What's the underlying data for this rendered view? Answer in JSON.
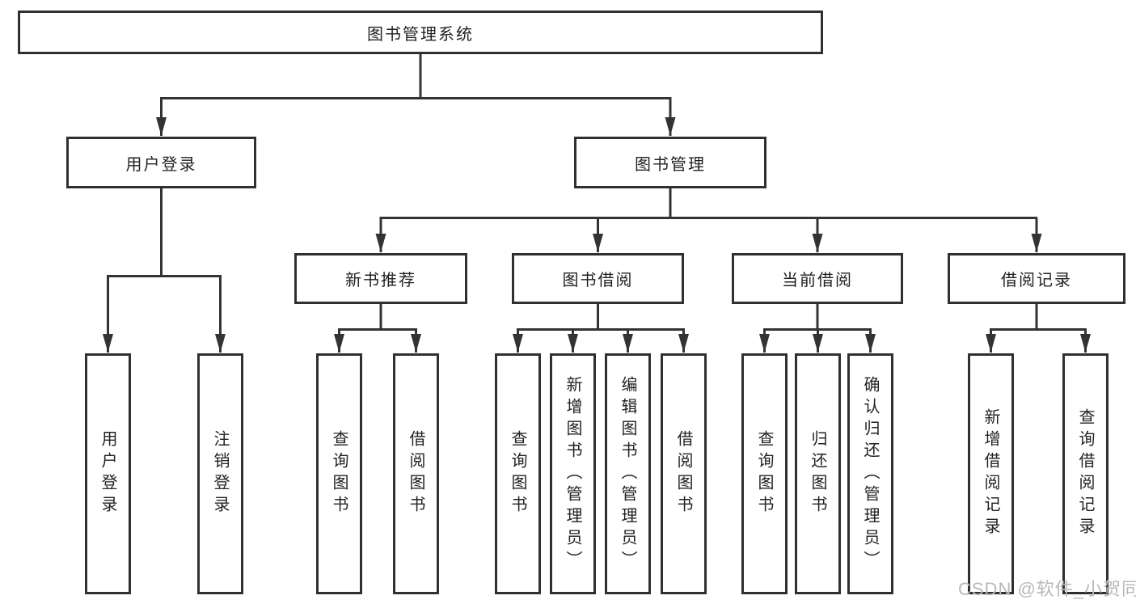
{
  "watermark": "CSDN @软件_小贺同学",
  "colors": {
    "line": "#333333",
    "border": "#303030",
    "text": "#222222",
    "watermark_text": "#b9b9b9",
    "background": "#ffffff"
  },
  "tree": {
    "label": "图书管理系统",
    "children": [
      {
        "label": "用户登录",
        "children": [
          {
            "label": "用户登录"
          },
          {
            "label": "注销登录"
          }
        ]
      },
      {
        "label": "图书管理",
        "children": [
          {
            "label": "新书推荐",
            "children": [
              {
                "label": "查询图书"
              },
              {
                "label": "借阅图书"
              }
            ]
          },
          {
            "label": "图书借阅",
            "children": [
              {
                "label": "查询图书"
              },
              {
                "label": "新增图书（管理员）"
              },
              {
                "label": "编辑图书（管理员）"
              },
              {
                "label": "借阅图书"
              }
            ]
          },
          {
            "label": "当前借阅",
            "children": [
              {
                "label": "查询图书"
              },
              {
                "label": "归还图书"
              },
              {
                "label": "确认归还（管理员）"
              }
            ]
          },
          {
            "label": "借阅记录",
            "children": [
              {
                "label": "新增借阅记录"
              },
              {
                "label": "查询借阅记录"
              }
            ]
          }
        ]
      }
    ]
  }
}
